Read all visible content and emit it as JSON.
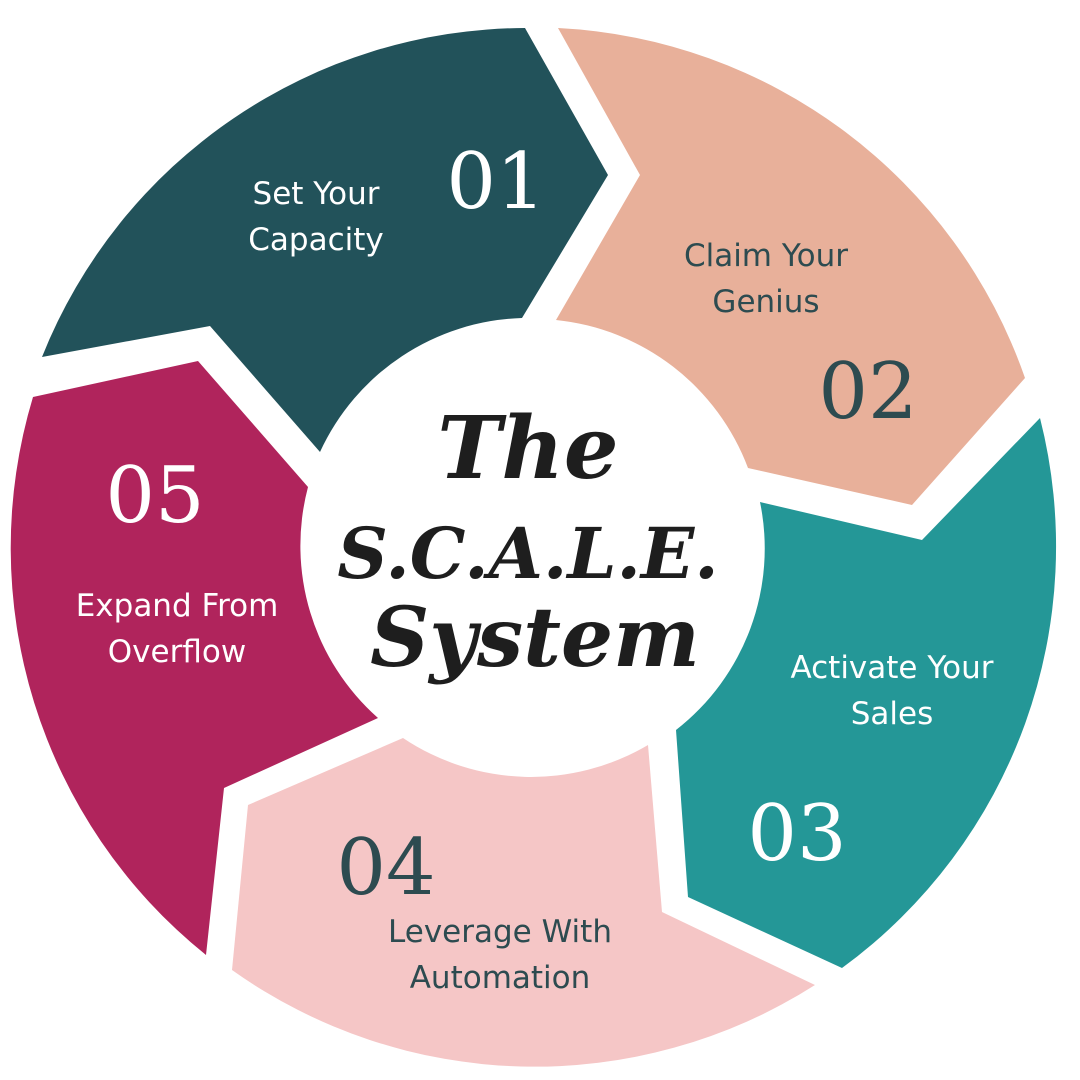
{
  "title": {
    "line1": "The",
    "line2": "S.C.A.L.E.",
    "line3": "System"
  },
  "colors": {
    "step1": "#22525a",
    "step2": "#e8b09a",
    "step3": "#249797",
    "step4": "#f5c6c6",
    "step5": "#b0245c",
    "light_text": "#ffffff",
    "dark_text": "#2d4b50"
  },
  "steps": [
    {
      "number": "01",
      "line1": "Set Your",
      "line2": "Capacity"
    },
    {
      "number": "02",
      "line1": "Claim Your",
      "line2": "Genius"
    },
    {
      "number": "03",
      "line1": "Activate Your",
      "line2": "Sales"
    },
    {
      "number": "04",
      "line1": "Leverage With",
      "line2": "Automation"
    },
    {
      "number": "05",
      "line1": "Expand From",
      "line2": "Overflow"
    }
  ]
}
